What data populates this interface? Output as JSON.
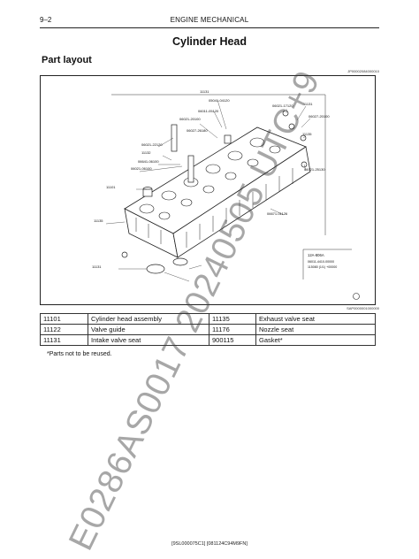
{
  "header": {
    "page": "9–2",
    "section": "ENGINE MECHANICAL"
  },
  "title": "Cylinder Head",
  "subtitle": "Part layout",
  "figure": {
    "code_top": "JP00002084000010",
    "code_bottom": "SAP0000001000000",
    "labels": [
      "11131",
      "05041-04120",
      "06021-17120",
      "06011-05120",
      "11131",
      "06027-20100",
      "06021-20100",
      "11135",
      "06027-26180",
      "06021-22120",
      "11132",
      "06641-06100",
      "06021-25130",
      "06021-06100",
      "11101",
      "06671-01126",
      "11135",
      "11131"
    ],
    "inset": {
      "name": "12A-806A",
      "line1": "06011-4410-00000",
      "line2": "115080 (1/1) +00000"
    }
  },
  "parts": [
    {
      "no1": "11101",
      "name1": "Cylinder head assembly",
      "no2": "11135",
      "name2": "Exhaust valve seat"
    },
    {
      "no1": "11122",
      "name1": "Valve guide",
      "no2": "11176",
      "name2": "Nozzle seat"
    },
    {
      "no1": "11131",
      "name1": "Intake valve seat",
      "no2": "900115",
      "name2": "Gasket*"
    }
  ],
  "note": "*Parts not to be reused.",
  "footer": "[9SL000075C1] [081124C94M9FN]",
  "watermark": "E0286AS0017 20240505 UTC+9"
}
